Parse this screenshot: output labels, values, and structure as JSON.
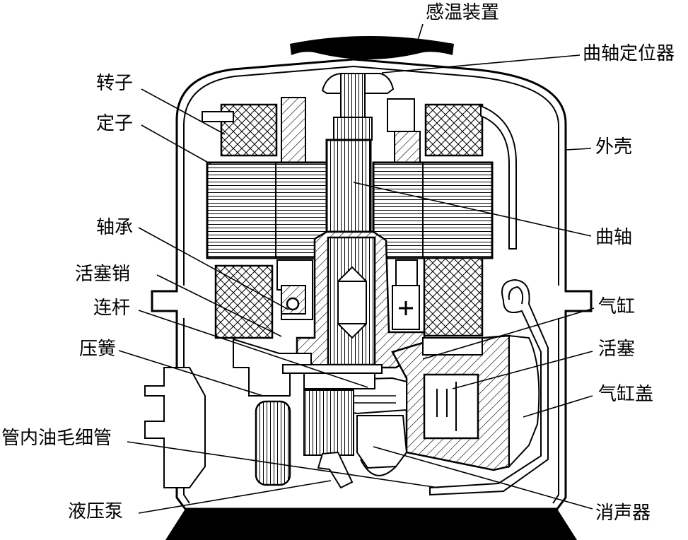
{
  "labels": {
    "thermal_device": "感温装置",
    "crank_locator": "曲轴定位器",
    "rotor": "转子",
    "stator": "定子",
    "shell": "外壳",
    "crankshaft": "曲轴",
    "bearing": "轴承",
    "piston_pin": "活塞销",
    "connecting_rod": "连杆",
    "cylinder": "气缸",
    "spring": "压簧",
    "piston": "活塞",
    "cylinder_cover": "气缸盖",
    "oil_capillary": "管内油毛细管",
    "liquid_pump": "液压泵",
    "muffler": "消声器"
  },
  "colors": {
    "ink": "#000000",
    "paper": "#ffffff"
  }
}
